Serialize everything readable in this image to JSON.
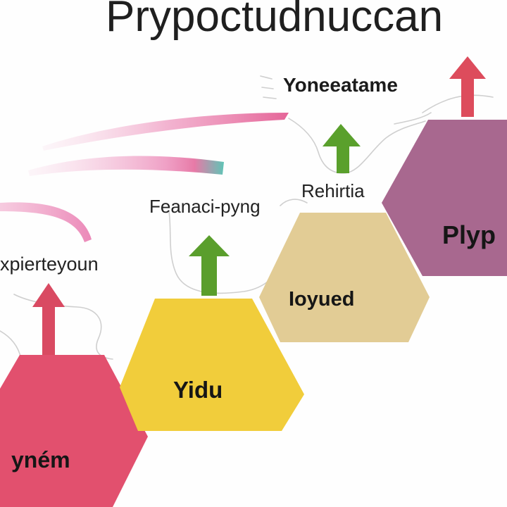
{
  "title": "Prypoctudnuccan",
  "labels": {
    "top": "Yoneeatame",
    "upper_mid": "Rehirtia",
    "mid": "Feanaci-pyng",
    "left": "xpierteyoun"
  },
  "nodes": [
    {
      "id": "pink",
      "text": "yném",
      "color": "#e2506e"
    },
    {
      "id": "yellow",
      "text": "Yidu",
      "color": "#f1cd3b"
    },
    {
      "id": "tan",
      "text": "Ιoyued",
      "color": "#e2cc95"
    },
    {
      "id": "purple",
      "text": "Plyp",
      "color": "#a8688f"
    }
  ],
  "arrows": [
    {
      "id": "pink-arrow",
      "color": "#d94a62"
    },
    {
      "id": "green-arrow-mid",
      "color": "#5a9e2c"
    },
    {
      "id": "green-arrow-top",
      "color": "#5aa02c"
    },
    {
      "id": "red-arrow-top",
      "color": "#dd4c5c"
    }
  ],
  "colors": {
    "swoosh_pink": "#e77aa7",
    "swoosh_teal": "#5fc4b6"
  }
}
